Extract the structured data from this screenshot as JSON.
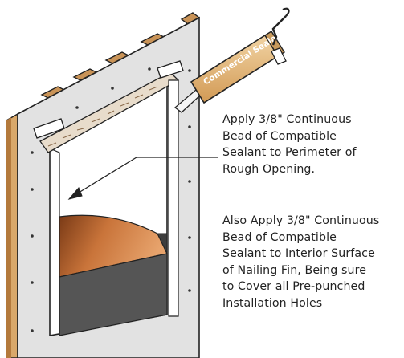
{
  "tube": {
    "label": "Commercial Sealant"
  },
  "instructions": {
    "step1_lines": [
      "Apply 3/8\" Continuous",
      "Bead of Compatible",
      "Sealant to Perimeter of",
      "Rough Opening."
    ],
    "step2_lines": [
      "Also Apply 3/8\" Continuous",
      "Bead of Compatible",
      "Sealant to Interior Surface",
      "of Nailing Fin, Being sure",
      "to Cover all Pre-punched",
      "Installation Holes"
    ]
  },
  "colors": {
    "wood": "#d9a86a",
    "wall": "#e2e2e2",
    "outline": "#222222",
    "sealant": "#e8dccb",
    "copper": "#b5652f",
    "flashing": "#555555",
    "tube_body": "#e8c08a"
  }
}
